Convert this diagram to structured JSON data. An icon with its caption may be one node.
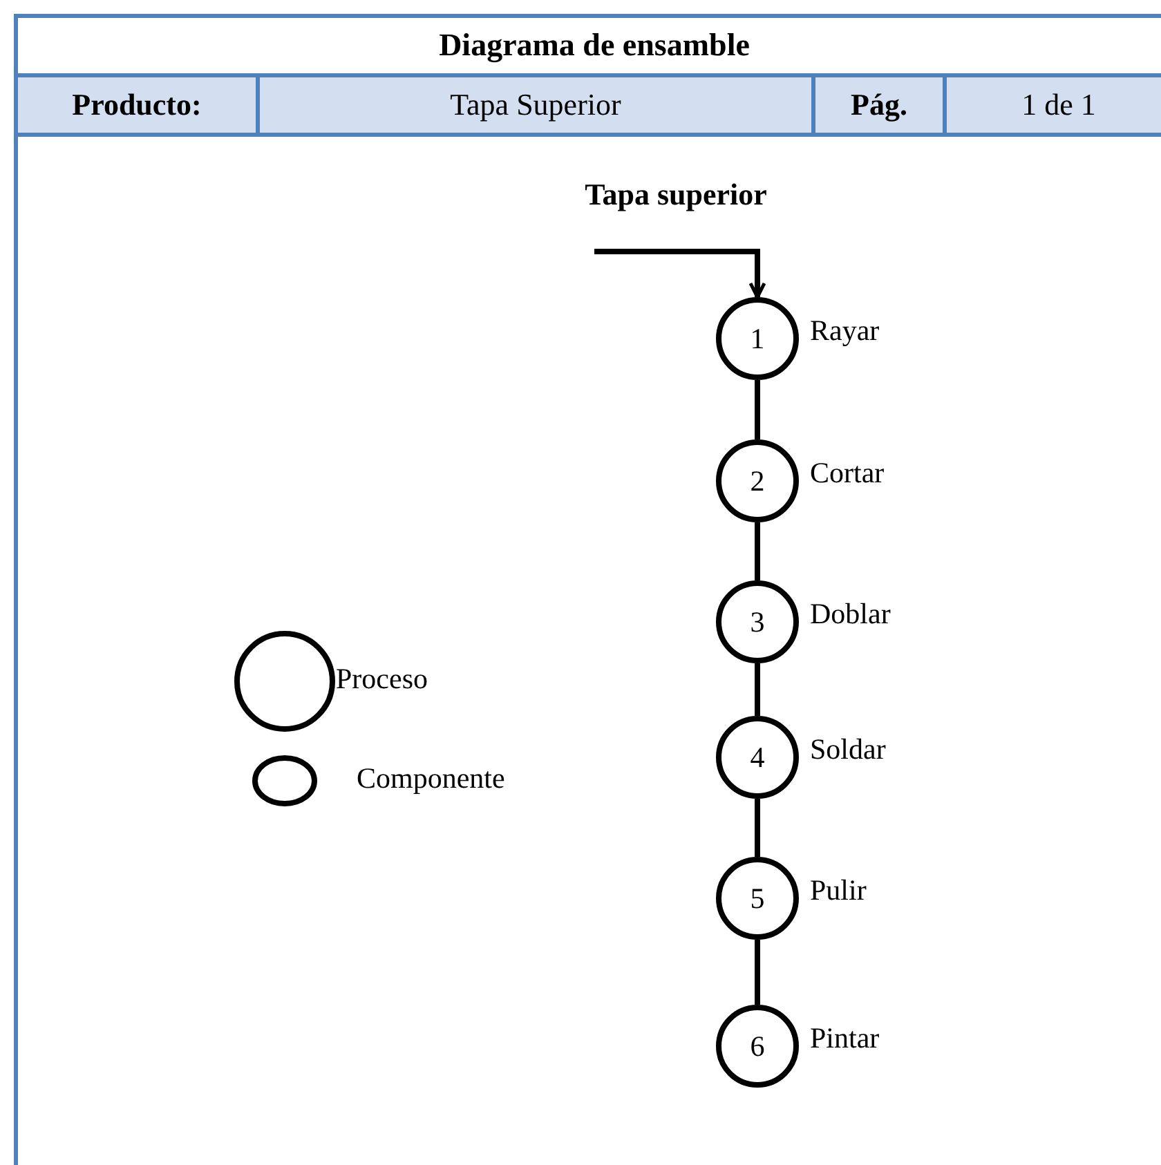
{
  "diagram": {
    "title": "Diagrama de ensamble",
    "nodes": [
      {
        "text": [
          "1"
        ],
        "beside": [
          "Rayar"
        ]
      },
      {
        "text": [
          "2"
        ],
        "beside": [
          "Cortar"
        ]
      },
      {
        "text": [
          "3"
        ],
        "beside": [
          "Doblar"
        ]
      },
      {
        "text": [
          "4"
        ],
        "beside": [
          "Soldar"
        ]
      },
      {
        "text": [
          "5"
        ],
        "beside": [
          "Pulir"
        ]
      },
      {
        "text": [
          "6"
        ],
        "beside": [
          "Pintar"
        ]
      }
    ],
    "edges": [
      {
        "from": null,
        "to": 0,
        "arrow": "to",
        "label": "Tapa superior"
      },
      {
        "from": 0,
        "to": 1,
        "arrow": "none"
      },
      {
        "from": 1,
        "to": 2,
        "arrow": "none"
      },
      {
        "from": 2,
        "to": 3,
        "arrow": "none"
      },
      {
        "from": 3,
        "to": 4,
        "arrow": "none"
      },
      {
        "from": 4,
        "to": 5,
        "arrow": "none"
      }
    ],
    "labels": [
      "Producto:",
      "Tapa Superior",
      "Pág.",
      "1 de 1"
    ],
    "legend": [
      {
        "text": "Proceso"
      },
      {
        "text": "Componente"
      }
    ]
  }
}
